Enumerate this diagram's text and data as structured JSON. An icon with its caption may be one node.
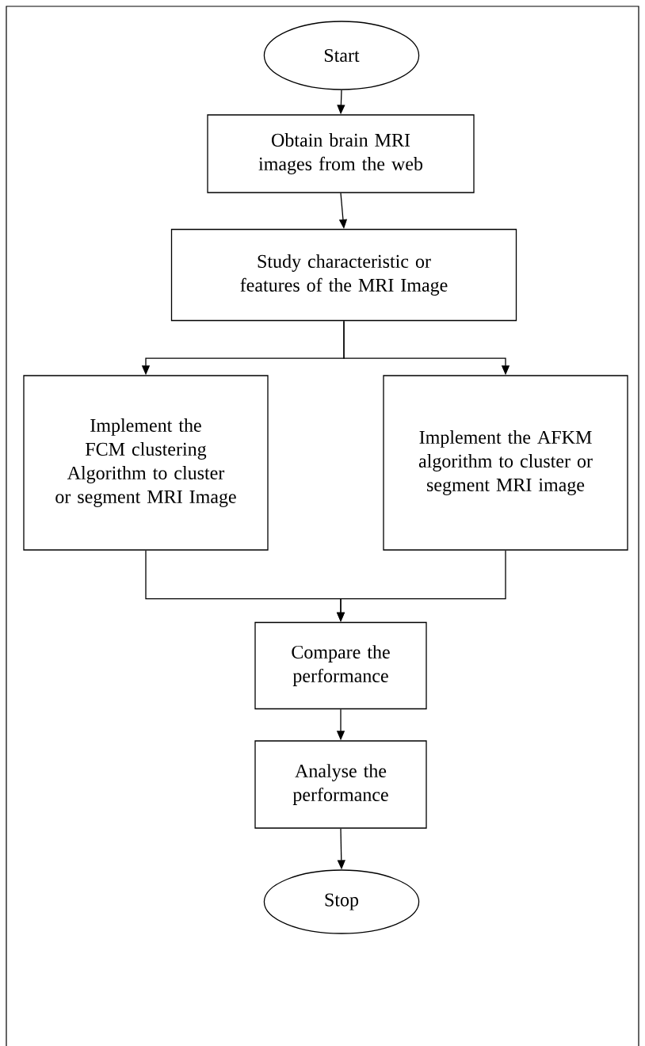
{
  "diagram": {
    "nodes": [
      {
        "text": [
          "Start"
        ]
      },
      {
        "text": [
          "Obtain brain MRI images from the web"
        ]
      },
      {
        "text": [
          "Study characteristic or features of the MRI Image"
        ]
      },
      {
        "text": [
          "Implement the FCM clustering Algorithm to cluster or segment MRI Image"
        ]
      },
      {
        "text": [
          "Implement the AFKM algorithm to cluster or segment MRI image"
        ]
      },
      {
        "text": [
          "Compare the performance"
        ]
      },
      {
        "text": [
          "Analyse the performance"
        ]
      },
      {
        "text": [
          "Stop"
        ]
      }
    ],
    "edges": [
      {
        "from": 0,
        "to": 1,
        "arrow": "to"
      },
      {
        "from": 1,
        "to": 2,
        "arrow": "to"
      },
      {
        "from": 2,
        "to": 3,
        "arrow": "to"
      },
      {
        "from": 2,
        "to": 4,
        "arrow": "to"
      },
      {
        "from": 3,
        "to": 5,
        "arrow": "to"
      },
      {
        "from": 4,
        "to": 5,
        "arrow": "to"
      },
      {
        "from": 5,
        "to": 6,
        "arrow": "to"
      },
      {
        "from": 6,
        "to": 7,
        "arrow": "to"
      }
    ]
  }
}
